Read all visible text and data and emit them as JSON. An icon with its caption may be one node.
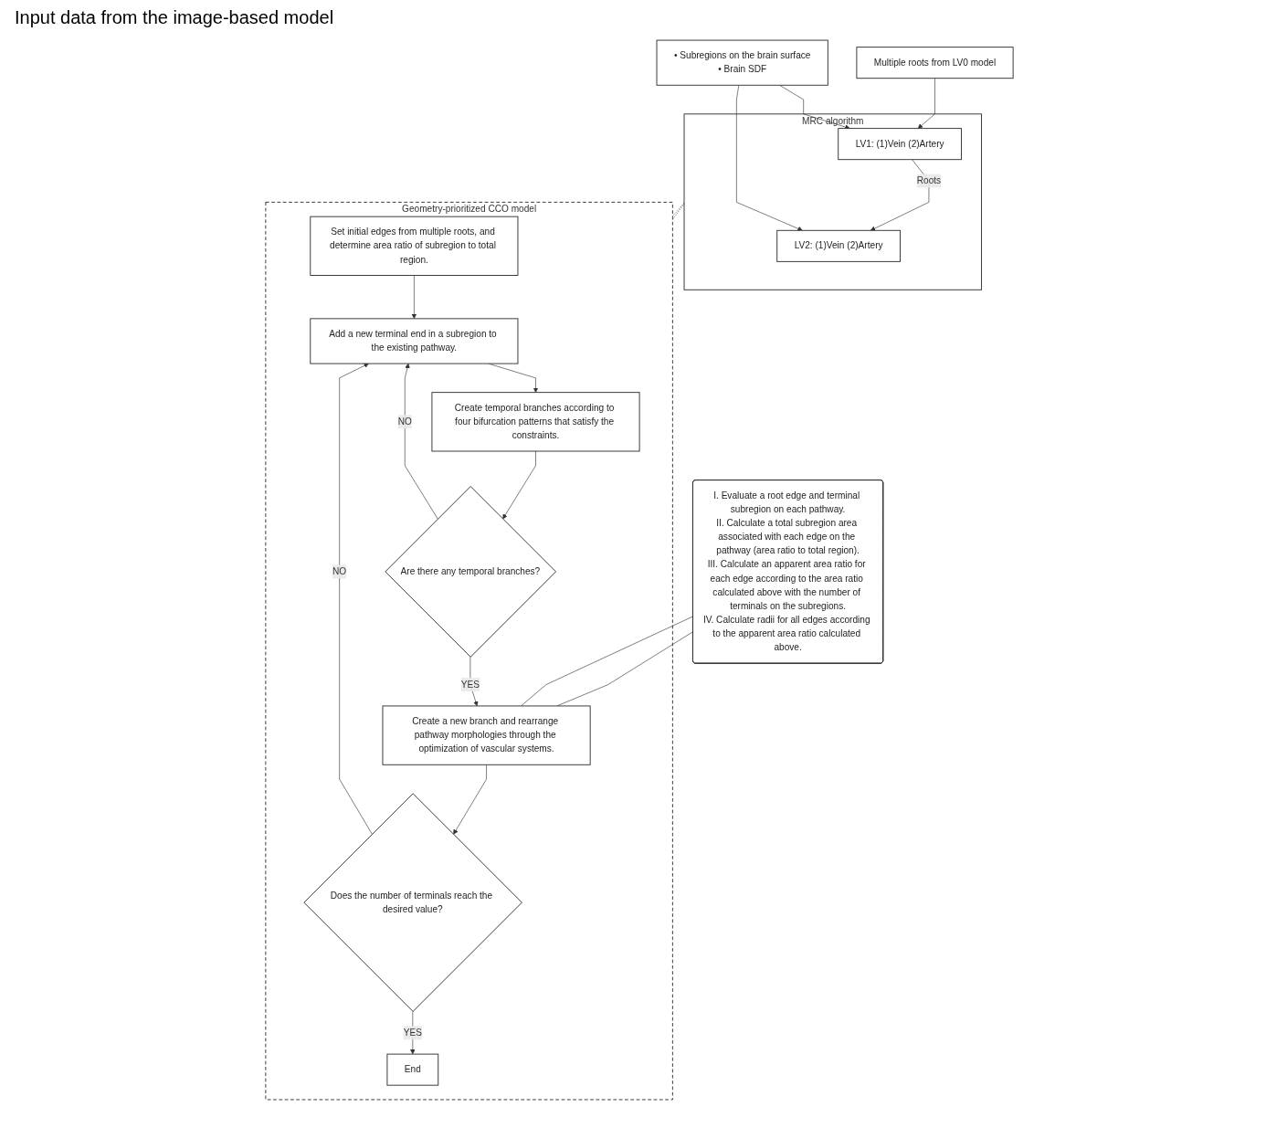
{
  "diagram": {
    "nodes": [
      {
        "text": [
          "Multiple roots from LV0 model"
        ]
      },
      {
        "text": [
          "• Subregions on the brain surface",
          "• Brain SDF"
        ]
      },
      {
        "text": [
          "MRC algorithm"
        ]
      },
      {
        "text": [
          "LV1: (1)Vein (2)Artery"
        ],
        "in": 2
      },
      {
        "text": [
          "LV2: (1)Vein (2)Artery"
        ],
        "in": 2
      },
      {
        "text": [
          "Geometry-prioritized CCO model"
        ]
      },
      {
        "text": [
          "Set initial edges from multiple roots, and determine area ratio of subregion to total region."
        ],
        "in": 5
      },
      {
        "text": [
          "Add a new terminal end in a subregion to the existing pathway."
        ],
        "in": 5
      },
      {
        "text": [
          "Create temporal branches according to four bifurcation patterns that satisfy the constraints."
        ],
        "in": 5
      },
      {
        "text": [
          "Are there any temporal branches?"
        ],
        "in": 5
      },
      {
        "text": [
          "Create a new branch and rearrange pathway morphologies through the optimization of vascular systems."
        ],
        "in": 5
      },
      {
        "text": [
          "Does the number of terminals reach the desired value?"
        ],
        "in": 5
      },
      {
        "text": [
          "End"
        ],
        "in": 5
      },
      {
        "text": [
          "I. Evaluate a root edge and terminal subregion on each pathway.",
          "II. Calculate a total subregion area associated with each edge on the pathway (area ratio to total region).",
          "III. Calculate an apparent area ratio for each edge according to the area ratio calculated above with the number of terminals on the subregions.",
          "IV. Calculate radii for all edges according to the apparent area ratio calculated above."
        ]
      }
    ],
    "edges": [
      {
        "from": 0,
        "to": 3,
        "arrow": "to"
      },
      {
        "from": 1,
        "to": 3,
        "arrow": "to"
      },
      {
        "from": 1,
        "to": 4,
        "arrow": "to"
      },
      {
        "from": 3,
        "to": 4,
        "arrow": "to",
        "label": "Roots"
      },
      {
        "from": 2,
        "to": 5,
        "arrow": "none",
        "style": "dashed"
      },
      {
        "from": 2,
        "to": 5,
        "arrow": "none",
        "style": "dashed"
      },
      {
        "from": 6,
        "to": 7,
        "arrow": "to"
      },
      {
        "from": 7,
        "to": 8,
        "arrow": "to"
      },
      {
        "from": 8,
        "to": 9,
        "arrow": "to"
      },
      {
        "from": 9,
        "to": 7,
        "arrow": "to",
        "label": "NO"
      },
      {
        "from": 9,
        "to": 10,
        "arrow": "to",
        "label": "YES"
      },
      {
        "from": 10,
        "to": 11,
        "arrow": "to"
      },
      {
        "from": 11,
        "to": 7,
        "arrow": "to",
        "label": "NO"
      },
      {
        "from": 11,
        "to": 12,
        "arrow": "to",
        "label": "YES"
      },
      {
        "from": 13,
        "to": 10,
        "arrow": "none"
      },
      {
        "from": 13,
        "to": 10,
        "arrow": "none"
      }
    ],
    "labels": [
      "Input data from the image-based model"
    ]
  }
}
